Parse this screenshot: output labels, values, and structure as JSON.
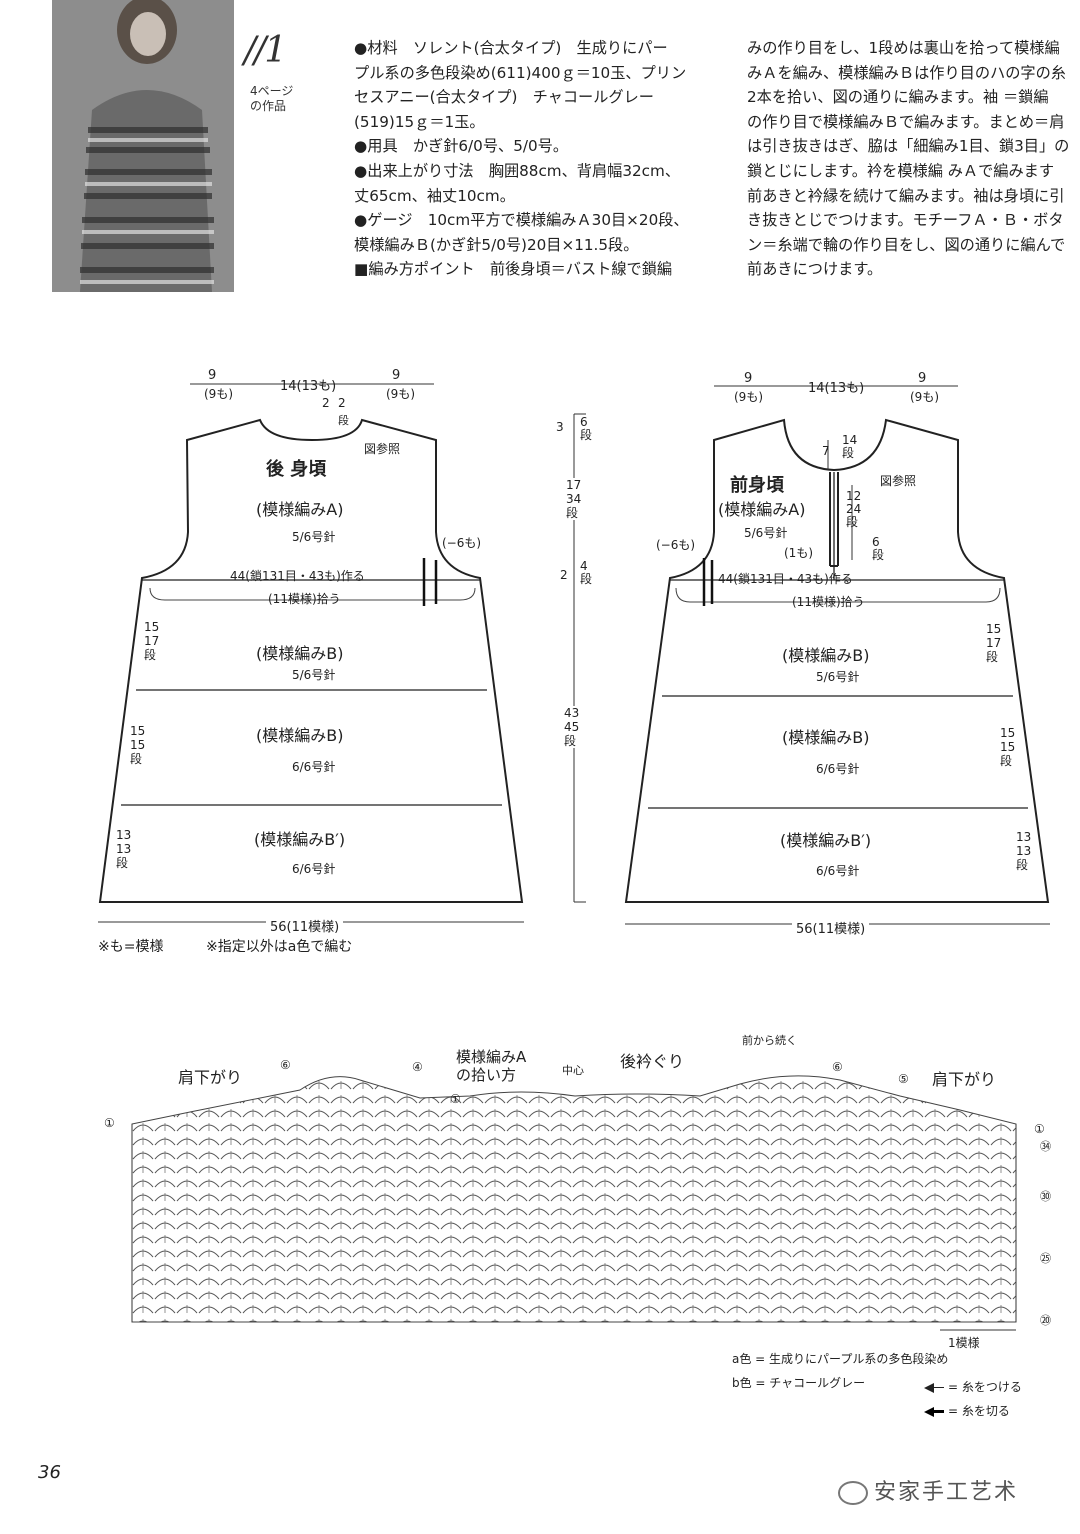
{
  "header": {
    "pattern_number": "//1",
    "page_ref": [
      "4ページ",
      "の作品"
    ]
  },
  "instructions_col1": [
    "●材料　ソレント(合太タイプ)　生成りにパー",
    "プル系の多色段染め(611)400ｇ＝10玉、プリン",
    "セスアニー(合太タイプ)　チャコールグレー",
    "(519)15ｇ＝1玉。",
    "●用具　かぎ針6/0号、5/0号。",
    "●出来上がり寸法　胸囲88cm、背肩幅32cm、",
    "丈65cm、袖丈10cm。",
    "●ゲージ　10cm平方で模様編みＡ30目×20段、",
    "模様編みＢ(かぎ針5/0号)20目×11.5段。",
    "■編み方ポイント　前後身頃＝バスト線で鎖編"
  ],
  "instructions_col2": [
    "みの作り目をし、1段めは裏山を拾って模様編",
    "みＡを編み、模様編みＢは作り目のハの字の糸",
    "2本を拾い、図の通りに編みます。袖 ＝鎖編",
    "の作り目で模様編みＢで編みます。まとめ＝肩",
    "は引き抜きはぎ、脇は「細編み1目、鎖3目」の",
    "鎖とじにします。衿を模様編 みＡで編みます",
    "前あきと衿縁を続けて編みます。袖は身頃に引",
    "き抜きとじでつけます。モチーフＡ・Ｂ・ボタ",
    "ン＝糸端で輪の作り目をし、図の通りに編んで",
    "前あきにつけます。"
  ],
  "back": {
    "top_dims": [
      "9",
      "(9も)",
      "14(13も)",
      "9",
      "(9も)"
    ],
    "neck_rows": [
      "2",
      "2",
      "段"
    ],
    "see_chart": "図参照",
    "title": "後 身頃",
    "section_a": "(模様編みA)",
    "needle_a": "5/6号針",
    "armhole_dec": "(−6も)",
    "cast_on": "44(鎖131目・43も)作る",
    "pickup": "(11模様)拾う",
    "section_b1": "(模様編みB)",
    "needle_b1": "5/6号針",
    "section_b2": "(模様編みB)",
    "needle_b2": "6/6号針",
    "section_b3": "(模様編みB′)",
    "needle_b3": "6/6号針",
    "side1": [
      "15",
      "17",
      "段"
    ],
    "side2": [
      "15",
      "15",
      "段"
    ],
    "side3": [
      "13",
      "13",
      "段"
    ],
    "bottom_dim": "56(11模様)"
  },
  "center_dims": {
    "d1": [
      "3",
      "6",
      "段"
    ],
    "d2": [
      "17",
      "34",
      "段"
    ],
    "d3": [
      "2",
      "4",
      "段"
    ],
    "d4": [
      "43",
      "45",
      "段"
    ]
  },
  "front": {
    "top_dims": [
      "9",
      "(9も)",
      "14(13も)",
      "9",
      "(9も)"
    ],
    "neck_dims": [
      "7",
      "14",
      "段"
    ],
    "placket_dims": [
      "12",
      "24",
      "段"
    ],
    "placket_extra": [
      "6",
      "段"
    ],
    "one_pattern": "(1も)",
    "see_chart": "図参照",
    "title": "前身頃",
    "section_a": "(模様編みA)",
    "needle_a": "5/6号針",
    "armhole_dec": "(−6も)",
    "cast_on": "44(鎖131目・43も)作る",
    "pickup": "(11模様)拾う",
    "section_b1": "(模様編みB)",
    "needle_b1": "5/6号針",
    "section_b2": "(模様編みB)",
    "needle_b2": "6/6号針",
    "section_b3": "(模様編みB′)",
    "needle_b3": "6/6号針",
    "side1": [
      "15",
      "17",
      "段"
    ],
    "side2": [
      "15",
      "15",
      "段"
    ],
    "side3": [
      "13",
      "13",
      "段"
    ],
    "bottom_dim": "56(11模様)"
  },
  "notes": {
    "note1": "※も=模様",
    "note2": "※指定以外はa色で編む"
  },
  "chart": {
    "shoulder_left": "肩下がり",
    "shoulder_right": "肩下がり",
    "pattern_pickup": [
      "模様編みA",
      "の拾い方"
    ],
    "center": "中心",
    "back_neck": "後衿ぐり",
    "from_front": "前から続く",
    "marks": [
      "①",
      "⑥",
      "④",
      "①",
      "⑥",
      "⑤",
      "①"
    ],
    "row_marks": [
      "㉞",
      "㉚",
      "㉕",
      "⑳"
    ],
    "one_pattern": "1模様"
  },
  "legend": {
    "a": "a色 = 生成りにパープル系の多色段染め",
    "b": "b色 = チャコールグレー",
    "attach": "= 糸をつける",
    "cut": "= 糸を切る"
  },
  "footer": {
    "page_number": "36",
    "watermark": "安家手工艺术"
  }
}
